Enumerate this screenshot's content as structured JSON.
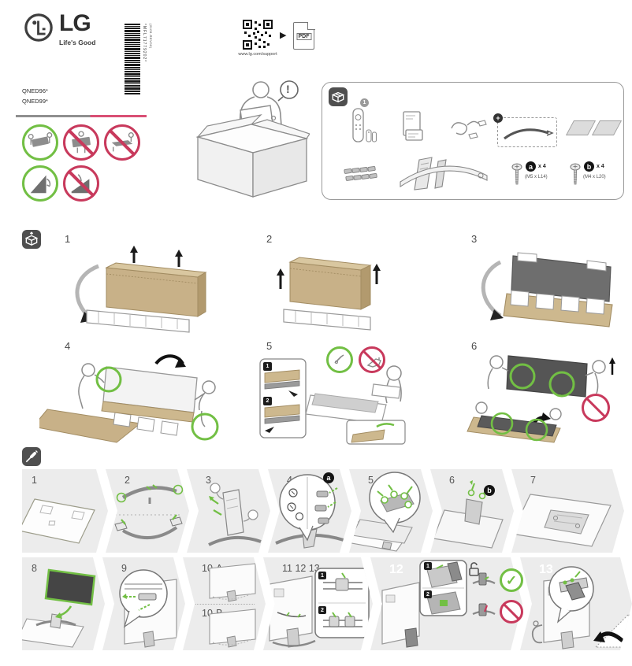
{
  "header": {
    "logo_text": "LG",
    "tagline": "Life's Good",
    "barcode_text": "*MFL71779202*",
    "barcode_rev": "(2105-REV00)",
    "qr_caption": "www.lg.com/support",
    "pdf_label": "PDF"
  },
  "models": {
    "line1": "QNED96*",
    "line2": "QNED99*"
  },
  "icons": {
    "exclamation": "!",
    "arrow_right": "▶",
    "check": "✓",
    "plus": "+"
  },
  "accessories": {
    "remote_badge": "1",
    "screw_a": {
      "badge": "a",
      "qty": "x 4",
      "spec": "(M5 x L14)"
    },
    "screw_b": {
      "badge": "b",
      "qty": "x 4",
      "spec": "(M4 x L20)"
    }
  },
  "unboxing": {
    "steps": [
      "1",
      "2",
      "3",
      "4",
      "5",
      "6"
    ],
    "substeps": [
      "1",
      "2"
    ]
  },
  "assembly": {
    "row1_steps": [
      "1",
      "2",
      "3",
      "4",
      "5",
      "6",
      "7"
    ],
    "row2_steps": [
      "8",
      "9",
      "10-A",
      "10-B",
      "11 12 13",
      "12",
      "13"
    ],
    "badge_a": "a",
    "badge_b": "b",
    "substeps": [
      "1",
      "2"
    ]
  }
}
